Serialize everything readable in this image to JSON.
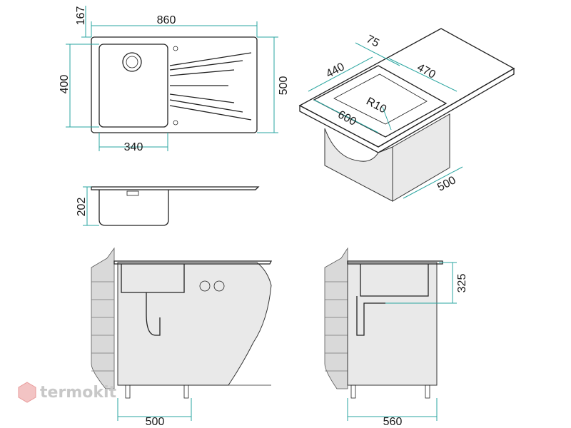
{
  "top_view": {
    "dims": {
      "overall_width": "860",
      "offset_top": "167",
      "bowl_height": "400",
      "overall_depth": "500",
      "bowl_width": "340"
    }
  },
  "side_view": {
    "dims": {
      "bowl_depth": "202"
    }
  },
  "iso_view": {
    "dims": {
      "offset": "75",
      "bowl_width": "440",
      "bowl_length": "470",
      "radius": "R10",
      "cabinet_width": "600",
      "cabinet_depth": "500"
    }
  },
  "front_install": {
    "dims": {
      "cabinet_width": "500"
    }
  },
  "side_install": {
    "dims": {
      "cabinet_depth": "560",
      "mount_height": "325"
    }
  },
  "watermark": {
    "text": "termokit"
  },
  "colors": {
    "dimension": "#2aa5a0",
    "outline": "#222222",
    "watermark": "#c8c8c8"
  }
}
